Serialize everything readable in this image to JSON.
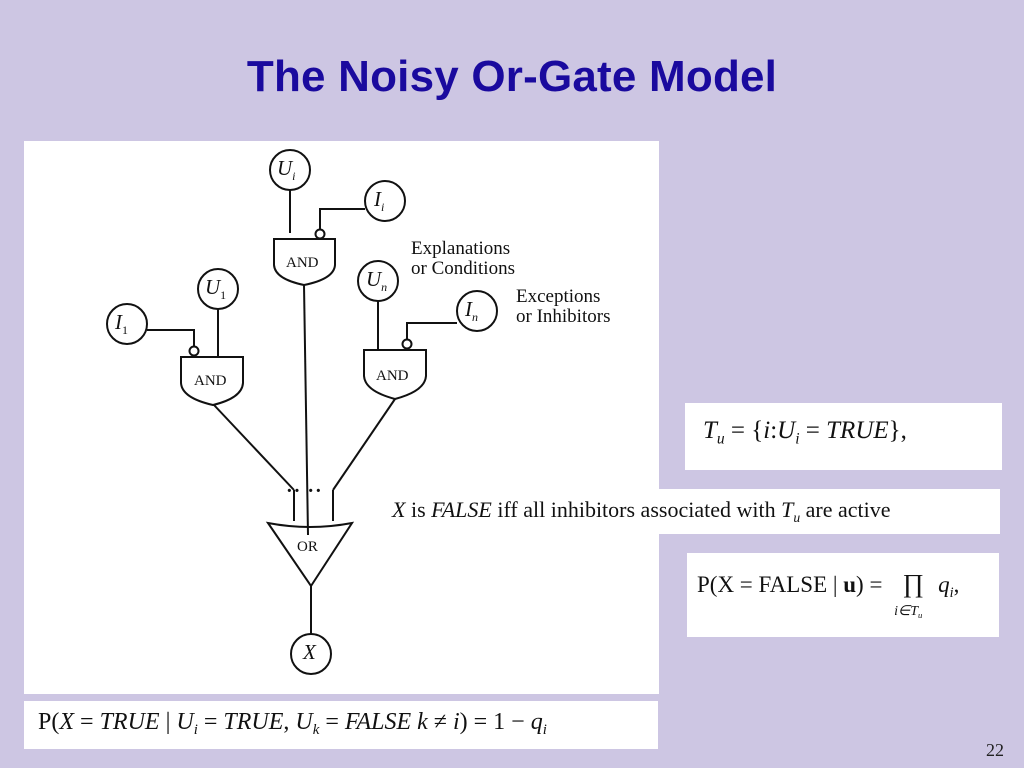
{
  "title": "The Noisy Or-Gate Model",
  "page_number": "22",
  "diagram": {
    "nodes": {
      "u_i": "U",
      "u_i_sub": "i",
      "i_i": "I",
      "i_i_sub": "i",
      "u_1": "U",
      "u_1_sub": "1",
      "i_1": "I",
      "i_1_sub": "1",
      "u_n": "U",
      "u_n_sub": "n",
      "i_n": "I",
      "i_n_sub": "n",
      "x": "X"
    },
    "gates": {
      "and_label": "AND",
      "or_label": "OR",
      "ellipsis": "··  ··"
    },
    "annotations": {
      "explanations_line1": "Explanations",
      "explanations_line2": "or Conditions",
      "exceptions_line1": "Exceptions",
      "exceptions_line2": "or Inhibitors"
    }
  },
  "equations": {
    "tu": {
      "t": "T",
      "t_sub": "u",
      "eq": " = {",
      "i": "i",
      "colon": ":",
      "u": "U",
      "u_sub": "i",
      "eq2": " = ",
      "true": "TRUE",
      "close": "},"
    },
    "false_statement": {
      "x": "X",
      "is": " is ",
      "false": "FALSE",
      "rest": " iff all inhibitors associated with ",
      "t": "T",
      "t_sub": "u",
      "end": " are active"
    },
    "product": {
      "lhs": "P(X = FALSE | ",
      "u": "u",
      "rhs": ") = ",
      "prod": "∏",
      "under": "i∈T",
      "under_sub": "u",
      "q": "q",
      "q_sub": "i",
      "tail": ","
    },
    "bottom": {
      "p": "P(",
      "x": "X",
      "eq": " = ",
      "true": "TRUE",
      "bar": " | ",
      "u": "U",
      "u_sub": "i",
      "eq2": " = ",
      "true2": "TRUE",
      "comma": ", ",
      "uk": "U",
      "uk_sub": "k",
      "eq3": " = ",
      "false": "FALSE",
      "k": "  k",
      "neq": " ≠ ",
      "i": "i",
      "close": ") = 1 − ",
      "q": "q",
      "q_sub": "i"
    }
  }
}
